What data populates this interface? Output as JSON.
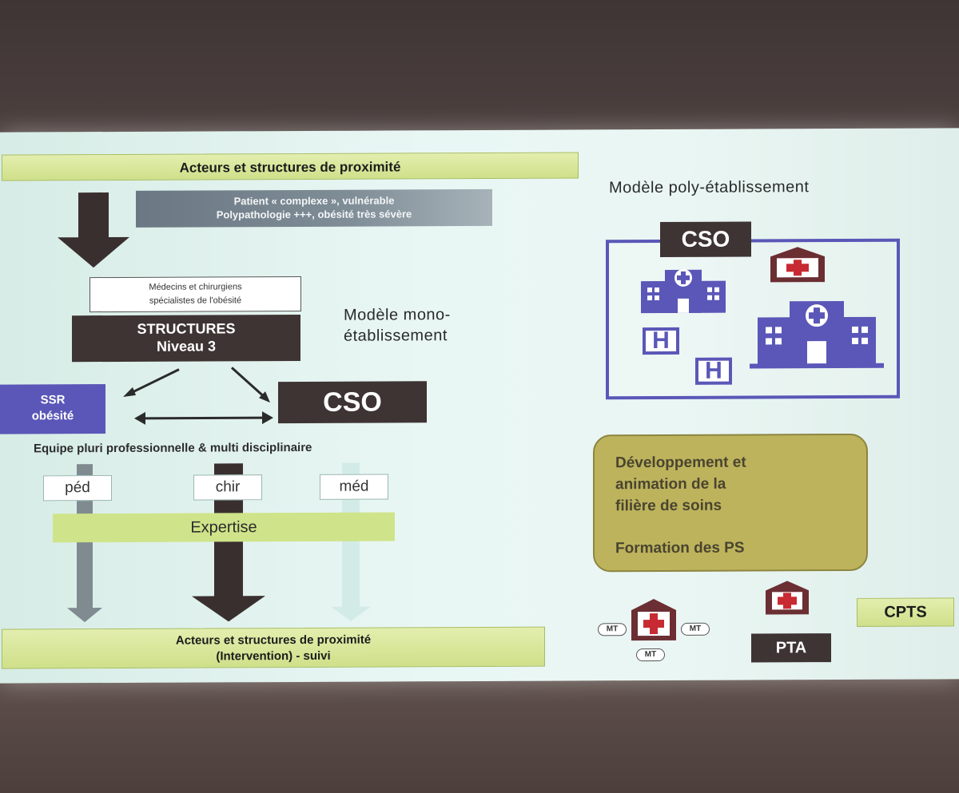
{
  "top_bar": "Acteurs et structures de proximité",
  "patient_box": {
    "line1": "Patient « complexe », vulnérable",
    "line2": "Polypathologie +++, obésité très sévère"
  },
  "medecins_box": {
    "line1": "Médecins et chirurgiens",
    "line2": "spécialistes de l'obésité"
  },
  "structures_box": {
    "line1": "STRUCTURES",
    "line2": "Niveau 3"
  },
  "mono_model": {
    "line1": "Modèle mono-",
    "line2": "établissement"
  },
  "ssr_box": {
    "line1": "SSR",
    "line2": "obésité"
  },
  "cso_center": "CSO",
  "equipe_text": "Equipe pluri professionnelle & multi disciplinaire",
  "specialties": [
    "péd",
    "chir",
    "méd"
  ],
  "expertise": "Expertise",
  "bottom_bar": {
    "line1": "Acteurs et structures de proximité",
    "line2": "(Intervention) - suivi"
  },
  "poly_model": "Modèle poly-établissement",
  "cso_poly": "CSO",
  "hospital_letter": "H",
  "dev_box": {
    "line1": "Développement  et",
    "line2": "animation de la",
    "line3": "filière de soins",
    "line4": "Formation des PS"
  },
  "mt_badge": "MT",
  "pta": "PTA",
  "cpts": "CPTS",
  "colors": {
    "dark": "#3e3433",
    "green": "#cfe08a",
    "purple": "#5a57b8",
    "maroon": "#6b2e33",
    "olive": "#bdb35c",
    "slate": "#6d7b86"
  }
}
